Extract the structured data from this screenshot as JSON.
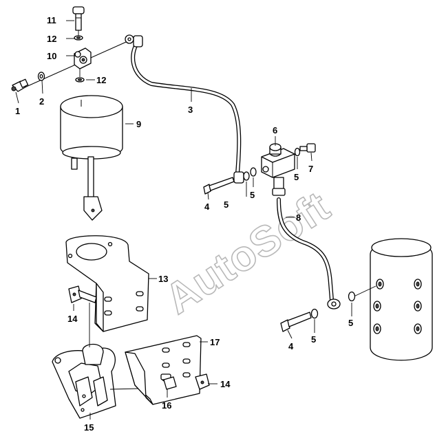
{
  "watermark": "AutoSoft",
  "callouts": {
    "c1": "1",
    "c2": "2",
    "c3": "3",
    "c4a": "4",
    "c4b": "4",
    "c5a": "5",
    "c5b": "5",
    "c5c": "5",
    "c5d": "5",
    "c5e": "5",
    "c6": "6",
    "c7": "7",
    "c8": "8",
    "c9": "9",
    "c10": "10",
    "c11": "11",
    "c12a": "12",
    "c12b": "12",
    "c13": "13",
    "c14a": "14",
    "c14b": "14",
    "c15": "15",
    "c16": "16",
    "c17": "17"
  }
}
